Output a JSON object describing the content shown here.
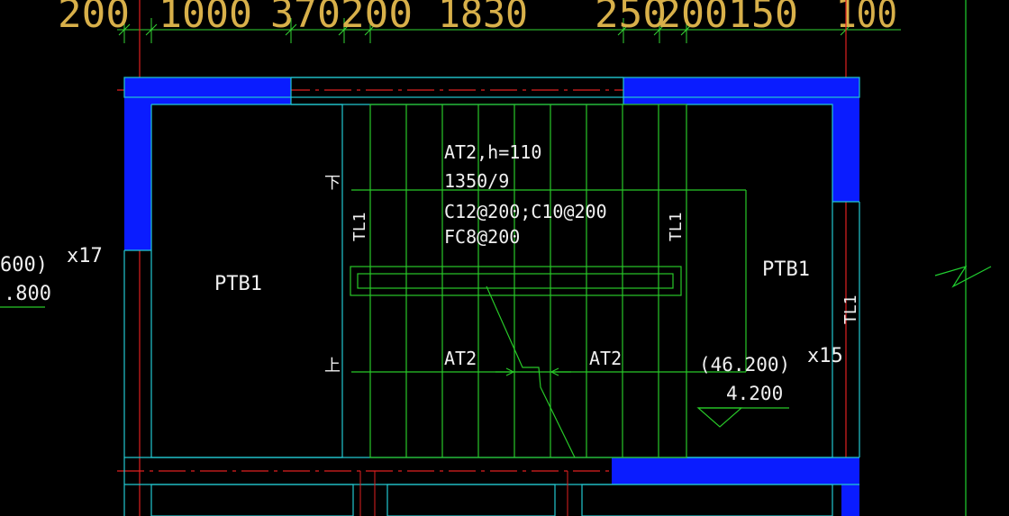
{
  "colors": {
    "background": "#000000",
    "dimension_text": "#d8b04a",
    "dimension_line": "#35d635",
    "wall_fill": "#0a1cff",
    "outline_cyan": "#22c8d0",
    "axis_red": "#e02020",
    "stair_green": "#28c828",
    "label_white": "#f0f0f0",
    "break_line_green": "#20d030"
  },
  "dimensions": {
    "top": [
      "200",
      "1000",
      "370",
      "200",
      "1830",
      "250",
      "200",
      "150",
      "100"
    ]
  },
  "left_margin": {
    "elevation_paren": "600)",
    "elevation": ".800",
    "multiplier": "x17"
  },
  "landings": {
    "left": "PTB1",
    "right": "PTB1"
  },
  "beams": {
    "left_label": "TL1",
    "middle_label": "TL1",
    "right_label": "TL1"
  },
  "stair_notes": {
    "line1": "AT2,h=110",
    "line2": "1350/9",
    "line3": "C12@200;C10@200",
    "line4": "FC8@200"
  },
  "flights": {
    "left": "AT2",
    "right": "AT2",
    "down_mark": "下",
    "up_mark": "上"
  },
  "right_level": {
    "elevation_paren": "(46.200)",
    "elevation": "4.200",
    "multiplier": "x15"
  }
}
